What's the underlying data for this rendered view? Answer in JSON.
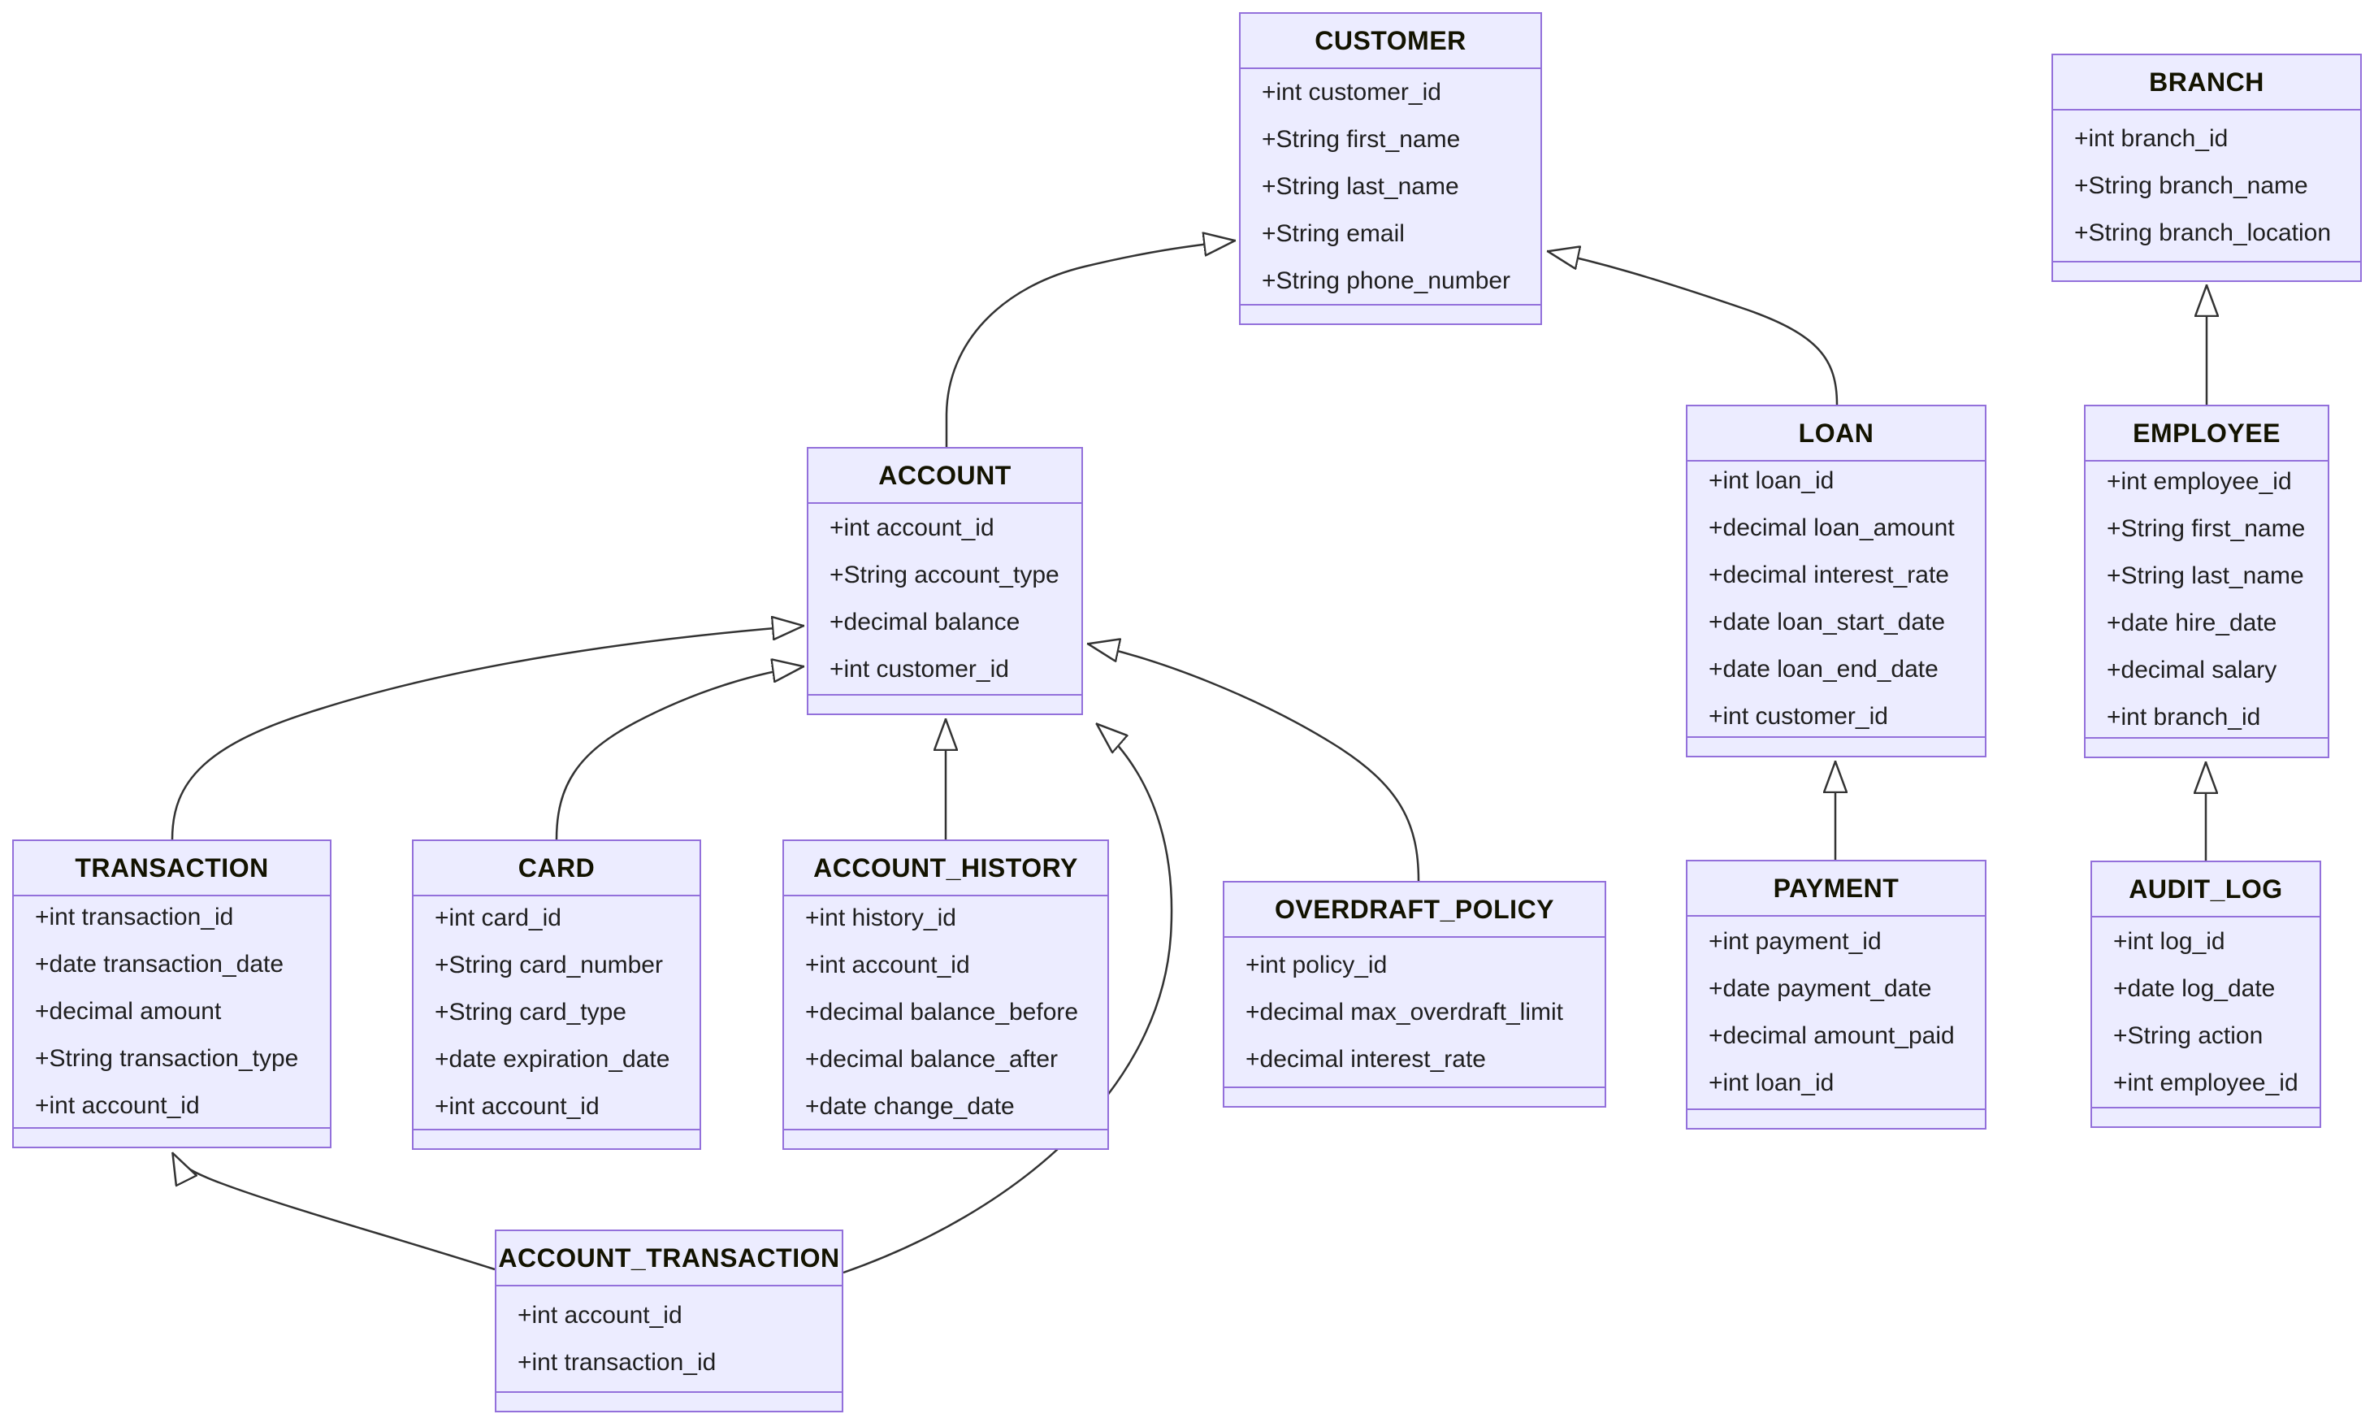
{
  "diagram": {
    "type": "uml-class-diagram",
    "background_color": "#ffffff",
    "node_fill_color": "#ECECFF",
    "node_border_color": "#9370DB",
    "edge_color": "#333333",
    "arrowhead_style": "hollow-triangle"
  },
  "entities": [
    {
      "name": "CUSTOMER",
      "attrs": [
        "+int customer_id",
        "+String first_name",
        "+String last_name",
        "+String email",
        "+String phone_number"
      ]
    },
    {
      "name": "BRANCH",
      "attrs": [
        "+int branch_id",
        "+String branch_name",
        "+String branch_location"
      ]
    },
    {
      "name": "ACCOUNT",
      "attrs": [
        "+int account_id",
        "+String account_type",
        "+decimal balance",
        "+int customer_id"
      ]
    },
    {
      "name": "LOAN",
      "attrs": [
        "+int loan_id",
        "+decimal loan_amount",
        "+decimal interest_rate",
        "+date loan_start_date",
        "+date loan_end_date",
        "+int customer_id"
      ]
    },
    {
      "name": "EMPLOYEE",
      "attrs": [
        "+int employee_id",
        "+String first_name",
        "+String last_name",
        "+date hire_date",
        "+decimal salary",
        "+int branch_id"
      ]
    },
    {
      "name": "TRANSACTION",
      "attrs": [
        "+int transaction_id",
        "+date transaction_date",
        "+decimal amount",
        "+String transaction_type",
        "+int account_id"
      ]
    },
    {
      "name": "CARD",
      "attrs": [
        "+int card_id",
        "+String card_number",
        "+String card_type",
        "+date expiration_date",
        "+int account_id"
      ]
    },
    {
      "name": "ACCOUNT_HISTORY",
      "attrs": [
        "+int history_id",
        "+int account_id",
        "+decimal balance_before",
        "+decimal balance_after",
        "+date change_date"
      ]
    },
    {
      "name": "OVERDRAFT_POLICY",
      "attrs": [
        "+int policy_id",
        "+decimal max_overdraft_limit",
        "+decimal interest_rate"
      ]
    },
    {
      "name": "PAYMENT",
      "attrs": [
        "+int payment_id",
        "+date payment_date",
        "+decimal amount_paid",
        "+int loan_id"
      ]
    },
    {
      "name": "AUDIT_LOG",
      "attrs": [
        "+int log_id",
        "+date log_date",
        "+String action",
        "+int employee_id"
      ]
    },
    {
      "name": "ACCOUNT_TRANSACTION",
      "attrs": [
        "+int account_id",
        "+int transaction_id"
      ]
    }
  ],
  "relations": [
    {
      "from": "ACCOUNT",
      "to": "CUSTOMER",
      "type": "inheritance"
    },
    {
      "from": "LOAN",
      "to": "CUSTOMER",
      "type": "inheritance"
    },
    {
      "from": "EMPLOYEE",
      "to": "BRANCH",
      "type": "inheritance"
    },
    {
      "from": "TRANSACTION",
      "to": "ACCOUNT",
      "type": "inheritance"
    },
    {
      "from": "CARD",
      "to": "ACCOUNT",
      "type": "inheritance"
    },
    {
      "from": "ACCOUNT_HISTORY",
      "to": "ACCOUNT",
      "type": "inheritance"
    },
    {
      "from": "OVERDRAFT_POLICY",
      "to": "ACCOUNT",
      "type": "inheritance"
    },
    {
      "from": "ACCOUNT_TRANSACTION",
      "to": "ACCOUNT",
      "type": "inheritance"
    },
    {
      "from": "ACCOUNT_TRANSACTION",
      "to": "TRANSACTION",
      "type": "inheritance"
    },
    {
      "from": "PAYMENT",
      "to": "LOAN",
      "type": "inheritance"
    },
    {
      "from": "AUDIT_LOG",
      "to": "EMPLOYEE",
      "type": "inheritance"
    }
  ]
}
